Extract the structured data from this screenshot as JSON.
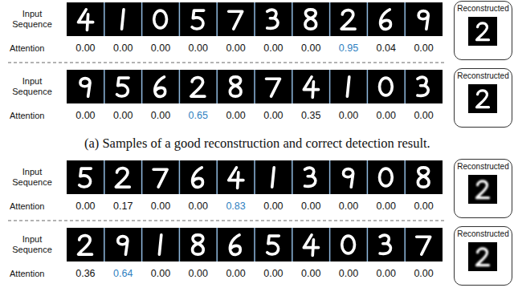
{
  "diagram": {
    "nodes": [
      {
        "text": [
          "Reconstructed"
        ]
      },
      {
        "text": [
          "Reconstructed"
        ]
      },
      {
        "text": [
          "Reconstructed"
        ]
      },
      {
        "text": [
          "Reconstructed"
        ]
      }
    ],
    "labels": [
      "Input Sequence",
      "Attention",
      "0.00",
      "0.00",
      "0.00",
      "0.00",
      "0.00",
      "0.00",
      "0.00",
      "0.95",
      "0.04",
      "0.00",
      "Input Sequence",
      "Attention",
      "0.00",
      "0.00",
      "0.00",
      "0.65",
      "0.00",
      "0.00",
      "0.35",
      "0.00",
      "0.00",
      "0.00",
      "(a) Samples of a good reconstruction and correct detection result.",
      "Input Sequence",
      "Attention",
      "0.00",
      "0.17",
      "0.00",
      "0.00",
      "0.83",
      "0.00",
      "0.00",
      "0.00",
      "0.00",
      "0.00",
      "Input Sequence",
      "Attention",
      "0.36",
      "0.64",
      "0.00",
      "0.00",
      "0.00",
      "0.00",
      "0.00",
      "0.00",
      "0.00",
      "0.00"
    ]
  }
}
